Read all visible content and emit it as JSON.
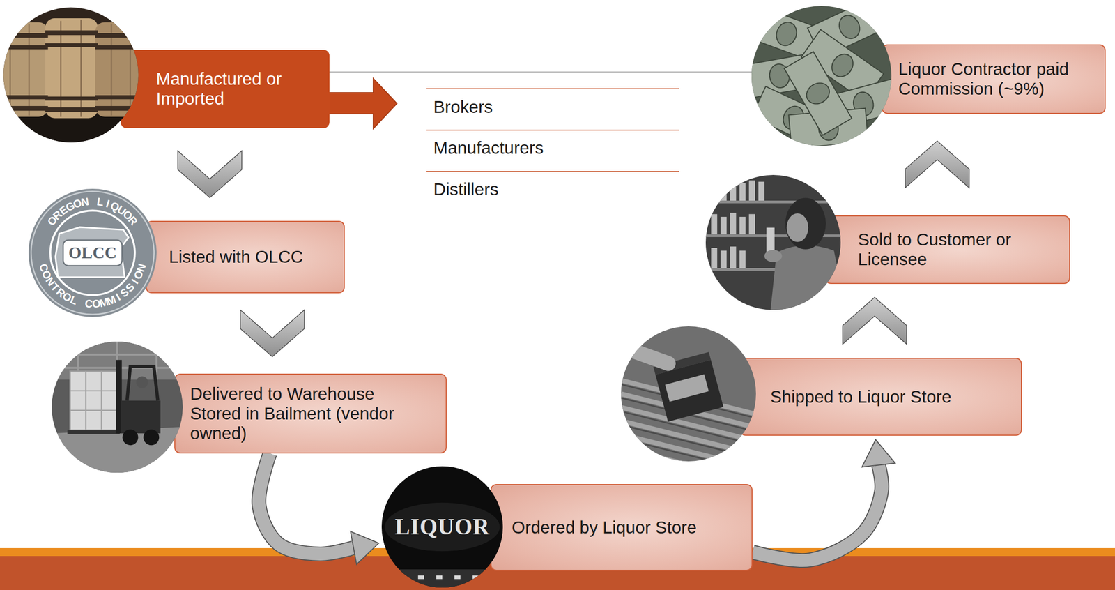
{
  "diagram": {
    "nodes": [
      {
        "text": [
          "Manufactured or Imported"
        ]
      },
      {
        "text": [
          "Listed with OLCC"
        ]
      },
      {
        "text": [
          "Delivered to Warehouse Stored in Bailment (vendor owned)"
        ]
      },
      {
        "text": [
          "Ordered by Liquor Store"
        ]
      },
      {
        "text": [
          "Shipped to Liquor Store"
        ]
      },
      {
        "text": [
          "Sold to Customer or Licensee"
        ]
      },
      {
        "text": [
          "Liquor Contractor paid Commission (~9%)"
        ]
      }
    ],
    "edges": [
      {
        "from": 0,
        "to": 1,
        "arrow": "to"
      },
      {
        "from": 1,
        "to": 2,
        "arrow": "to"
      },
      {
        "from": 2,
        "to": 3,
        "arrow": "to"
      },
      {
        "from": 3,
        "to": 4,
        "arrow": "to"
      },
      {
        "from": 4,
        "to": 5,
        "arrow": "to"
      },
      {
        "from": 5,
        "to": 6,
        "arrow": "to"
      },
      {
        "from": 0,
        "to": 6,
        "arrow": "none"
      }
    ],
    "labels": [
      "Brokers",
      "Manufacturers",
      "Distillers",
      "OREGON LIQUOR",
      "OLCC",
      "CONTROL COMMISSION",
      "LIQUOR"
    ]
  }
}
